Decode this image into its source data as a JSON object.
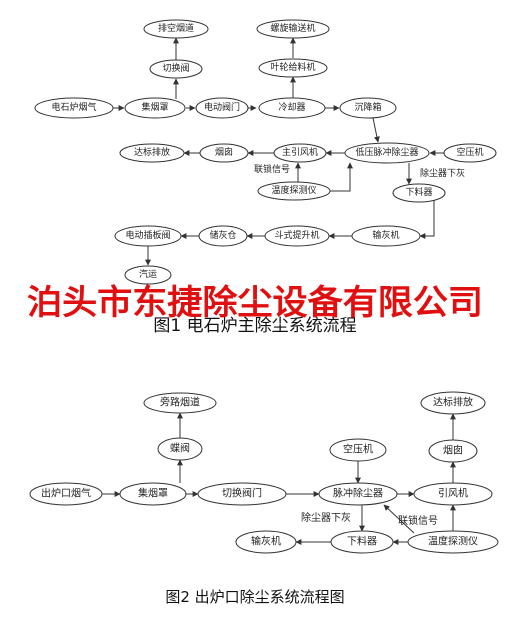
{
  "figure1": {
    "caption": "图1 电石炉主除尘系统流程",
    "nodes": {
      "paikong": "排空烟道",
      "qiehuanfa": "切换阀",
      "dianshi": "电石炉烟气",
      "jiyanzhao": "集烟罩",
      "diandongfamen": "电动阀门",
      "lengqueqi": "冷却器",
      "chenjiangxiang": "沉降箱",
      "luoxuan": "螺旋输送机",
      "yelun": "叶轮给料机",
      "dabiao": "达标排放",
      "yancong": "烟囱",
      "zhuyinfengji": "主引风机",
      "diya": "低压脉冲除尘器",
      "kongyaji": "空压机",
      "wendu": "温度探测仪",
      "xialiaoqi": "下料器",
      "shuhuiji": "输灰机",
      "doushi": "斗式提升机",
      "chuhuicang": "储灰仓",
      "chaban": "电动插板阀",
      "qiyun": "汽运"
    },
    "edge_labels": {
      "liansuo": "联锁信号",
      "xiahui": "除尘器下灰"
    }
  },
  "banner": "泊头市东捷除尘设备有限公司",
  "figure2": {
    "caption": "图2 出炉口除尘系统流程图",
    "nodes": {
      "panglu": "旁路烟道",
      "diefa": "蝶阀",
      "chulukou": "出炉口烟气",
      "jiyanzhao": "集烟罩",
      "qiehuan": "切换阀门",
      "maichong": "脉冲除尘器",
      "kongyaji": "空压机",
      "dabiao": "达标排放",
      "yancong": "烟囱",
      "yinfengji": "引风机",
      "shuhuiji": "输灰机",
      "xialiaoqi": "下料器",
      "wendu": "温度探测仪"
    },
    "edge_labels": {
      "xiahui": "除尘器下灰",
      "liansuo": "联锁信号"
    }
  }
}
